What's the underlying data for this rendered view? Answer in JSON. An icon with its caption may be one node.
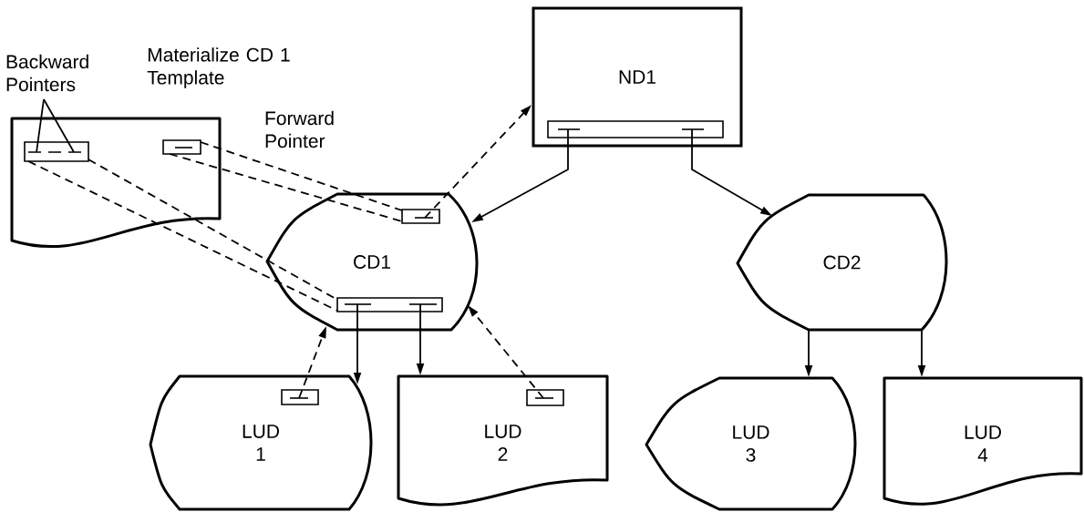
{
  "diagram": {
    "nodes": [
      {
        "text": [
          "Backward Pointers"
        ]
      },
      {
        "text": [
          "Materialize CD 1 Template"
        ]
      },
      {
        "text": [],
        "shape": "box",
        "in": 1
      },
      {
        "text": [],
        "shape": "box",
        "in": 1
      },
      {
        "text": [
          "ND1"
        ]
      },
      {
        "text": [],
        "shape": "box",
        "in": 4
      },
      {
        "text": [
          "CD1"
        ]
      },
      {
        "text": [],
        "shape": "box",
        "in": 6
      },
      {
        "text": [],
        "shape": "box",
        "in": 6
      },
      {
        "text": [
          "CD2"
        ]
      },
      {
        "text": [
          "LUD 1"
        ]
      },
      {
        "text": [],
        "shape": "box",
        "in": 10
      },
      {
        "text": [
          "LUD 2"
        ]
      },
      {
        "text": [],
        "shape": "box",
        "in": 12
      },
      {
        "text": [
          "LUD 3"
        ]
      },
      {
        "text": [
          "LUD 4"
        ]
      }
    ],
    "edges": [
      {
        "from": 0,
        "to": 2,
        "arrow": "none"
      },
      {
        "from": 0,
        "to": 2,
        "arrow": "none"
      },
      {
        "from": 3,
        "to": 7,
        "arrow": "none",
        "style": "dashed"
      },
      {
        "from": 3,
        "to": 7,
        "arrow": "none",
        "style": "dashed"
      },
      {
        "from": 2,
        "to": 8,
        "arrow": "none",
        "style": "dashed"
      },
      {
        "from": 2,
        "to": 8,
        "arrow": "none",
        "style": "dashed"
      },
      {
        "from": 5,
        "to": 6,
        "arrow": "to"
      },
      {
        "from": 5,
        "to": 9,
        "arrow": "to"
      },
      {
        "from": 7,
        "to": 4,
        "arrow": "to",
        "style": "dashed"
      },
      {
        "from": 8,
        "to": 10,
        "arrow": "to"
      },
      {
        "from": 8,
        "to": 12,
        "arrow": "to"
      },
      {
        "from": 11,
        "to": 6,
        "arrow": "to",
        "style": "dashed"
      },
      {
        "from": 13,
        "to": 6,
        "arrow": "to",
        "style": "dashed"
      },
      {
        "from": 9,
        "to": 14,
        "arrow": "to"
      },
      {
        "from": 9,
        "to": 15,
        "arrow": "to"
      }
    ],
    "labels": [
      "Forward Pointer"
    ]
  }
}
